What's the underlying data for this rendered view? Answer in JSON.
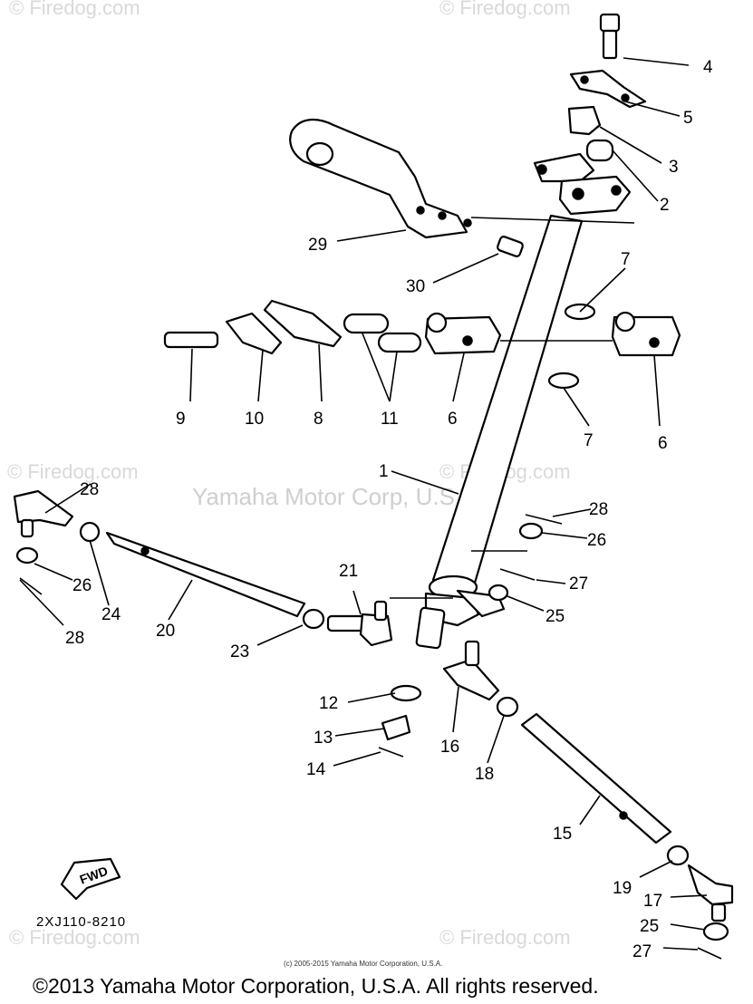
{
  "watermarks": {
    "top_left": "© Firedog.com",
    "top_right": "© Firedog.com",
    "mid_left": "© Firedog.com",
    "mid_right": "© Firedog.com",
    "bottom_left": "© Firedog.com",
    "bottom_right": "© Firedog.com",
    "center": "Yamaha Motor Corp, U.S.A."
  },
  "diagram_code": "2XJ110-8210",
  "fwd_label": "FWD",
  "copyright_small": "(c) 2005-2015 Yamaha Motor Corporation, U.S.A.",
  "copyright_main": "©2013 Yamaha Motor Corporation, U.S.A. All rights reserved.",
  "callouts": {
    "c1": "1",
    "c2": "2",
    "c3": "3",
    "c4": "4",
    "c5": "5",
    "c6a": "6",
    "c6b": "6",
    "c7a": "7",
    "c7b": "7",
    "c8": "8",
    "c9": "9",
    "c10": "10",
    "c11": "11",
    "c12": "12",
    "c13": "13",
    "c14": "14",
    "c15": "15",
    "c16": "16",
    "c17": "17",
    "c18": "18",
    "c19": "19",
    "c20": "20",
    "c21": "21",
    "c23": "23",
    "c24": "24",
    "c25a": "25",
    "c25b": "25",
    "c26a": "26",
    "c26b": "26",
    "c27a": "27",
    "c27b": "27",
    "c28a": "28",
    "c28b": "28",
    "c28c": "28",
    "c29": "29",
    "c30": "30"
  }
}
